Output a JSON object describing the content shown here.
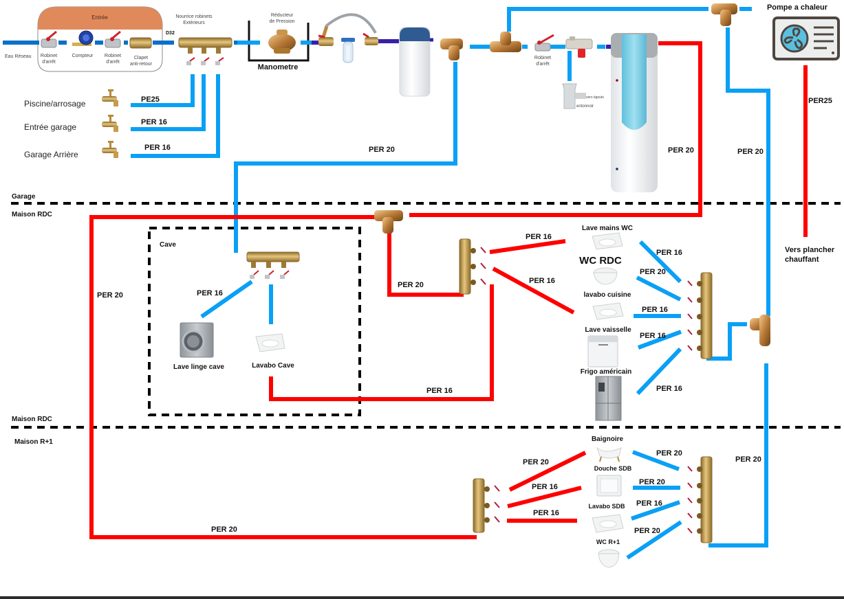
{
  "colors": {
    "cold": "#0aa0f5",
    "hot": "#ff0000",
    "connector": "#3a1fa8",
    "brass": "#c8a25a",
    "entry_header": "#e08a5c"
  },
  "entry": {
    "header": "Entrée",
    "source_label": "Eau Réseau",
    "items": [
      {
        "label_line1": "Robinet",
        "label_line2": "d'arrêt"
      },
      {
        "label_line1": "Compteur",
        "label_line2": ""
      },
      {
        "label_line1": "Robinet",
        "label_line2": "d'arrêt"
      },
      {
        "label_line1": "Clapet",
        "label_line2": "anti-retour"
      }
    ],
    "pipe_size": "D32"
  },
  "outdoor_manifold": {
    "title_line1": "Nourrice robinets",
    "title_line2": "Extérieurs"
  },
  "reducer": {
    "title_line1": "Réducteur",
    "title_line2": "de Pression",
    "caption": "Manometre"
  },
  "valve_after_softener": {
    "label_line1": "Robinet",
    "label_line2": "d'arrêt"
  },
  "drain": {
    "label1": "vers égouts",
    "label2": "entonnoir"
  },
  "heat_pump": {
    "title": "Pompe a chaleur",
    "pipe": "PER25",
    "destination_line1": "Vers plancher",
    "destination_line2": "chauffant"
  },
  "outdoor_taps": [
    {
      "label": "Piscine/arrosage",
      "pipe": "PE25"
    },
    {
      "label": "Entrée garage",
      "pipe": "PER 16"
    },
    {
      "label": "Garage Arrière",
      "pipe": "PER 16"
    }
  ],
  "zones": {
    "garage": "Garage",
    "rdc_top": "Maison RDC",
    "rdc_bottom": "Maison RDC",
    "r1": "Maison R+1",
    "cave": "Cave"
  },
  "pipe_labels": {
    "cold_main_garage": "PER 20",
    "boiler_hot_out": "PER 20",
    "cold_to_rdc_manifold": "PER 20",
    "hot_riser_left": "PER 20",
    "hot_to_rdc_manifold": "PER 20",
    "hot_to_r1": "PER 20",
    "cold_to_r1": "PER 20",
    "cave_cold_washer": "PER 16",
    "cave_hot_sink": "PER 16"
  },
  "cave_fixtures": [
    {
      "label": "Lave linge cave"
    },
    {
      "label": "Lavabo Cave"
    }
  ],
  "rdc_hot_links": [
    "PER 16",
    "PER 16"
  ],
  "rdc_fixtures": [
    {
      "label": "Lave mains WC",
      "pipe": "PER 16"
    },
    {
      "label": "WC RDC",
      "pipe": "PER 20"
    },
    {
      "label": "lavabo cuisine",
      "pipe": "PER 16"
    },
    {
      "label": "Lave vaisselle",
      "pipe": "PER 16"
    },
    {
      "label": "Frigo américain",
      "pipe": "PER 16"
    }
  ],
  "r1_hot_links": [
    "PER 20",
    "PER 16",
    "PER 16"
  ],
  "r1_fixtures": [
    {
      "label": "Baignoire",
      "pipe": "PER 20"
    },
    {
      "label": "Douche SDB",
      "pipe": "PER 20"
    },
    {
      "label": "Lavabo SDB",
      "pipe": "PER 16"
    },
    {
      "label": "WC R+1",
      "pipe": "PER 20"
    }
  ]
}
